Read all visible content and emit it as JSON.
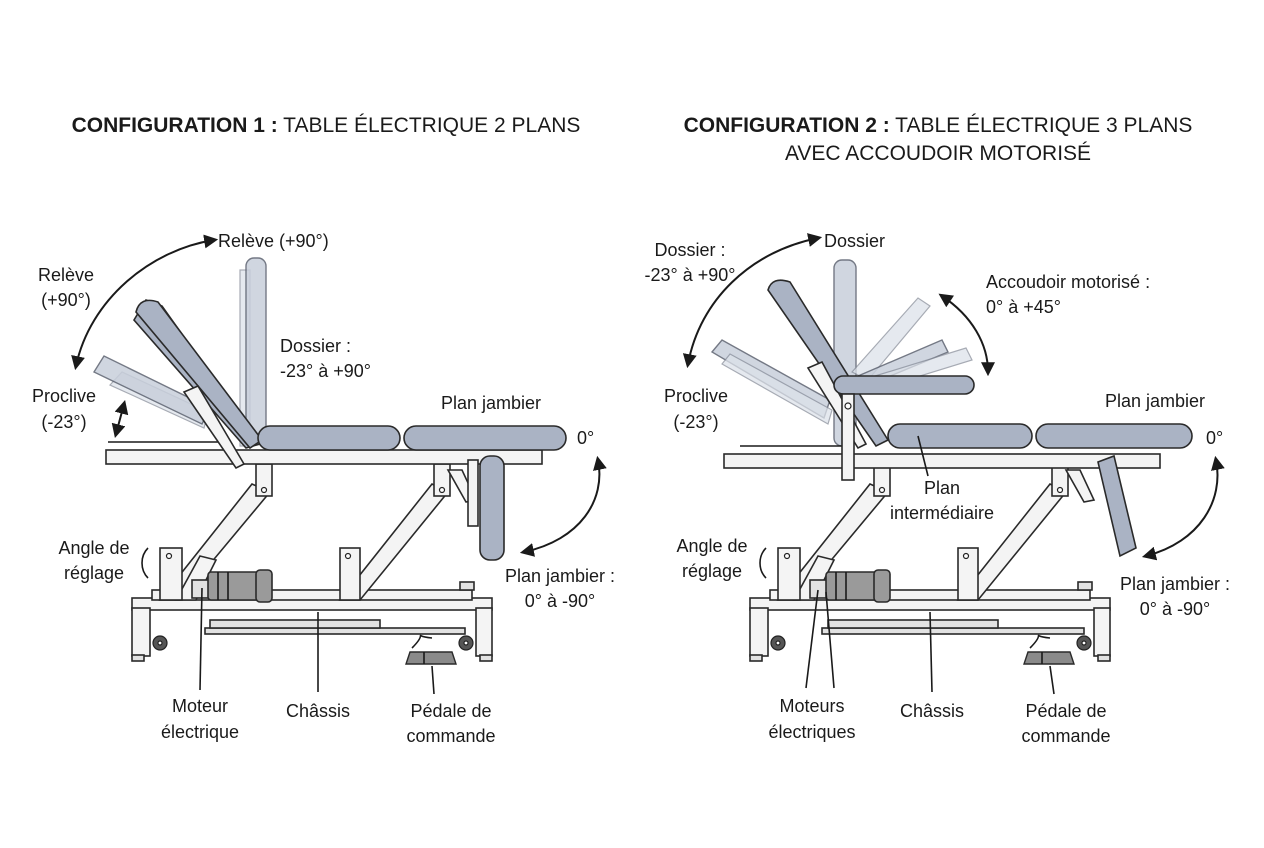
{
  "config1": {
    "title_bold": "CONFIGURATION 1 :",
    "title_rest": "TABLE ÉLECTRIQUE 2 PLANS",
    "labels": {
      "releve_top": "Relève (+90°)",
      "releve_left_1": "Relève",
      "releve_left_2": "(+90°)",
      "proclive_1": "Proclive",
      "proclive_2": "(-23°)",
      "dossier_1": "Dossier :",
      "dossier_2": "-23° à +90°",
      "plan_jambier": "Plan jambier",
      "zero": "0°",
      "plan_jambier_range_1": "Plan jambier :",
      "plan_jambier_range_2": "0° à -90°",
      "angle_1": "Angle de",
      "angle_2": "réglage",
      "moteur_1": "Moteur",
      "moteur_2": "électrique",
      "chassis": "Châssis",
      "pedale_1": "Pédale de",
      "pedale_2": "commande"
    }
  },
  "config2": {
    "title_bold": "CONFIGURATION 2 :",
    "title_rest": "TABLE ÉLECTRIQUE 3 PLANS",
    "title_line2": "AVEC ACCOUDOIR MOTORISÉ",
    "labels": {
      "dossier_top": "Dossier",
      "dossier_left_1": "Dossier :",
      "dossier_left_2": "-23° à +90°",
      "accoudoir_1": "Accoudoir motorisé :",
      "accoudoir_2": "0° à +45°",
      "proclive_1": "Proclive",
      "proclive_2": "(-23°)",
      "plan_jambier": "Plan jambier",
      "zero": "0°",
      "plan_inter_1": "Plan",
      "plan_inter_2": "intermédiaire",
      "angle_1": "Angle de",
      "angle_2": "réglage",
      "plan_jambier_range_1": "Plan jambier :",
      "plan_jambier_range_2": "0° à -90°",
      "moteurs_1": "Moteurs",
      "moteurs_2": "électriques",
      "chassis": "Châssis",
      "pedale_1": "Pédale de",
      "pedale_2": "commande"
    }
  }
}
